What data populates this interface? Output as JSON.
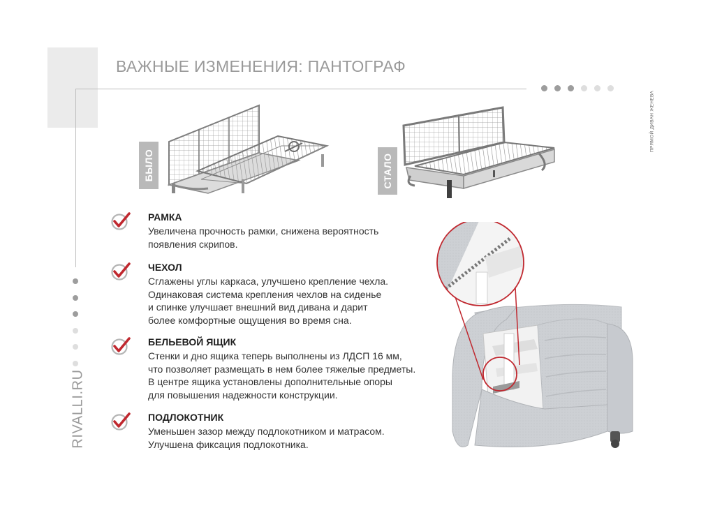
{
  "page": {
    "title": "ВАЖНЫЕ ИЗМЕНЕНИЯ: ПАНТОГРАФ",
    "side_caption": "ПРЯМОЙ ДИВАН ЖЕНЕВА",
    "brand": "RIVALLI.RU",
    "pagination_top": {
      "total": 6,
      "active": 3
    },
    "pagination_left": {
      "total": 6,
      "active": 3
    }
  },
  "images": {
    "before_label": "БЫЛО",
    "after_label": "СТАЛО"
  },
  "features": [
    {
      "title": "РАМКА",
      "text": "Увеличена прочность рамки, снижена вероятность\nпоявления скрипов."
    },
    {
      "title": "ЧЕХОЛ",
      "text": "Сглажены углы каркаса, улучшено крепление чехла.\nОдинаковая система крепления чехлов на сиденье\nи спинке улучшает внешний вид дивана и дарит\nболее комфортные ощущения во время сна."
    },
    {
      "title": "БЕЛЬЕВОЙ ЯЩИК",
      "text": "Стенки и дно ящика теперь выполнены из ЛДСП 16 мм,\nчто позволяет размещать в нем более тяжелые предметы.\nВ центре ящика установлены дополнительные опоры\nдля повышения надежности конструкции."
    },
    {
      "title": "ПОДЛОКОТНИК",
      "text": "Уменьшен зазор между подлокотником и матрасом.\nУлучшена фиксация подлокотника."
    }
  ],
  "colors": {
    "accent": "#c0282f",
    "check_grey": "#b5b5b5",
    "title_grey": "#9a9a9a"
  }
}
